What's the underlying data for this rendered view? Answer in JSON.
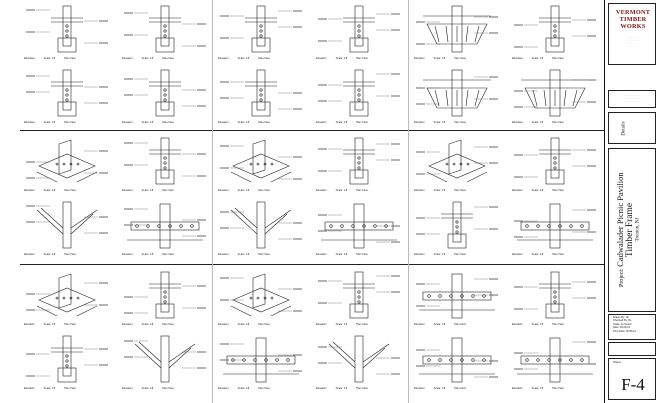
{
  "title_block": {
    "company_line1": "VERMONT",
    "company_line2": "TIMBER",
    "company_line3": "WORKS",
    "project_label": "Project:",
    "project_name": "Cadwalader Picnic Pavilion",
    "sheet_title": "Timber Frame",
    "location": "Trenton, NJ",
    "revisions_label": "Details",
    "drawn_by": "Drawn By: JE",
    "checked_by": "Checked By: DL",
    "scale": "Scale: as Noted",
    "date": "Date: 06.08.21",
    "print_date": "Print Date: 06.08.21",
    "sheet_label": "Sheet",
    "sheet_number": "F-4"
  },
  "detail_label": {
    "elevation": "Elevation",
    "scale": "Scale: 1:8",
    "plan": "Plan View"
  },
  "details": [
    {
      "id": "d1",
      "kind": "post"
    },
    {
      "id": "d2",
      "kind": "post"
    },
    {
      "id": "d3",
      "kind": "post"
    },
    {
      "id": "d4",
      "kind": "post"
    },
    {
      "id": "d5",
      "kind": "wide"
    },
    {
      "id": "d6",
      "kind": "post"
    },
    {
      "id": "d7",
      "kind": "post"
    },
    {
      "id": "d8",
      "kind": "post"
    },
    {
      "id": "d9",
      "kind": "post"
    },
    {
      "id": "d10",
      "kind": "post"
    },
    {
      "id": "d11",
      "kind": "wide"
    },
    {
      "id": "d12",
      "kind": "wide"
    },
    {
      "id": "d13",
      "kind": "iso"
    },
    {
      "id": "d14",
      "kind": "post"
    },
    {
      "id": "d15",
      "kind": "iso"
    },
    {
      "id": "d16",
      "kind": "post"
    },
    {
      "id": "d17",
      "kind": "iso"
    },
    {
      "id": "d18",
      "kind": "post"
    },
    {
      "id": "d19",
      "kind": "brace"
    },
    {
      "id": "d20",
      "kind": "beam"
    },
    {
      "id": "d21",
      "kind": "brace"
    },
    {
      "id": "d22",
      "kind": "beam"
    },
    {
      "id": "d23",
      "kind": "post"
    },
    {
      "id": "d24",
      "kind": "beam"
    },
    {
      "id": "d25",
      "kind": "iso"
    },
    {
      "id": "d26",
      "kind": "post"
    },
    {
      "id": "d27",
      "kind": "iso"
    },
    {
      "id": "d28",
      "kind": "post"
    },
    {
      "id": "d29",
      "kind": "beam"
    },
    {
      "id": "d30",
      "kind": "post"
    },
    {
      "id": "d31",
      "kind": "post"
    },
    {
      "id": "d32",
      "kind": "brace"
    },
    {
      "id": "d33",
      "kind": "beam"
    },
    {
      "id": "d34",
      "kind": "brace"
    },
    {
      "id": "d35",
      "kind": "beam"
    },
    {
      "id": "d36",
      "kind": "beam"
    }
  ]
}
